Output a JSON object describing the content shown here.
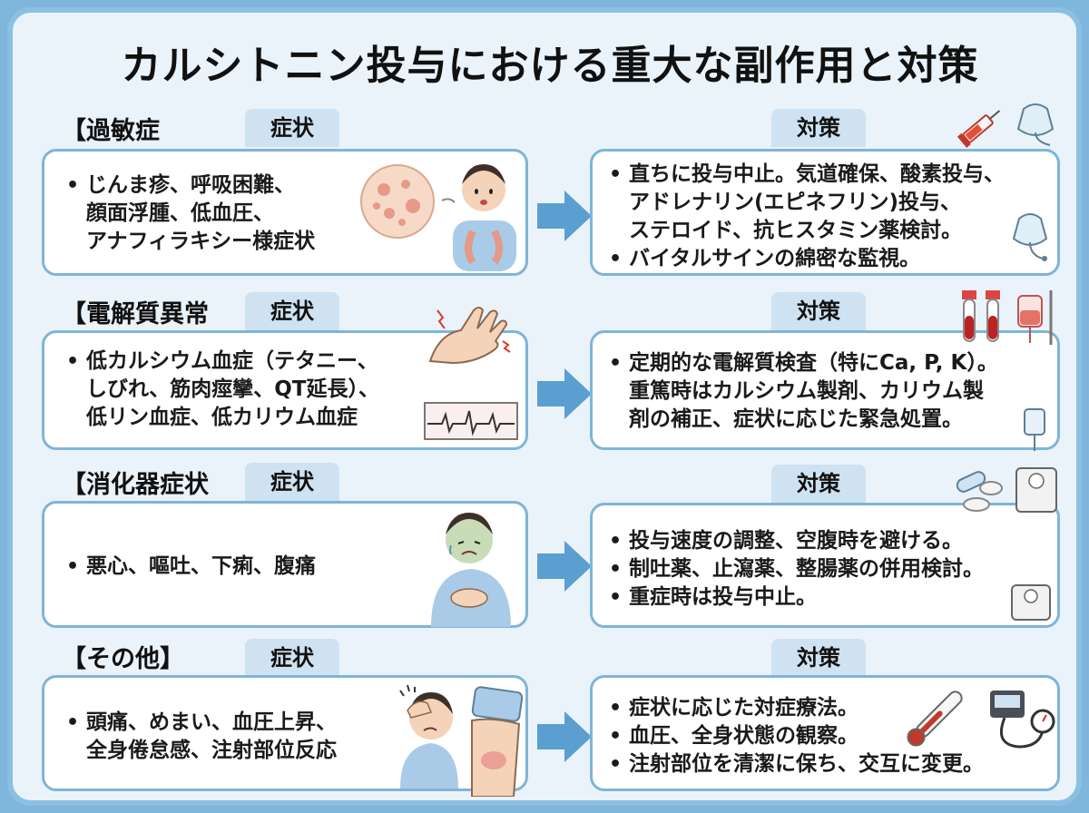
{
  "title": "カルシトニン投与における重大な副作用と対策",
  "labels": {
    "symptom_tab": "症状",
    "measure_tab": "対策"
  },
  "sections": [
    {
      "heading": "【過敏症",
      "symptoms": [
        "じんま疹、呼吸困難、\n顔面浮腫、低血圧、\nアナフィラキシー様症状"
      ],
      "measures": [
        "直ちに投与中止。気道確保、酸素投与、\nアドレナリン(エピネフリン)投与、\nステロイド、抗ヒスタミン薬検討。",
        "バイタルサインの綿密な監視。"
      ]
    },
    {
      "heading": "【電解質異常",
      "symptoms": [
        "低カルシウム血症（テタニー、\nしびれ、筋肉痙攣、QT延長）、\n低リン血症、低カリウム血症"
      ],
      "measures": [
        "定期的な電解質検査（特にCa, P, K）。\n重篤時はカルシウム製剤、カリウム製\n剤の補正、症状に応じた緊急処置。"
      ]
    },
    {
      "heading": "【消化器症状",
      "symptoms": [
        "悪心、嘔吐、下痢、腹痛"
      ],
      "measures": [
        "投与速度の調整、空腹時を避ける。",
        "制吐薬、止瀉薬、整腸薬の併用検討。",
        "重症時は投与中止。"
      ]
    },
    {
      "heading": "【その他】",
      "symptoms": [
        "頭痛、めまい、血圧上昇、\n全身倦怠感、注射部位反応"
      ],
      "measures": [
        "症状に応じた対症療法。",
        "血圧、全身状態の観察。",
        "注射部位を清潔に保ち、交互に変更。"
      ]
    }
  ],
  "colors": {
    "frame": "#8cc0e2",
    "panel_border": "#7fb4d8",
    "tab": "#cfe2f1",
    "arrow": "#5a9fd0",
    "background": "#eaf3fa"
  },
  "icons": [
    "rash-icon",
    "breathless-person-icon",
    "syringe-icon",
    "oxygen-mask-icon",
    "cramping-hand-icon",
    "ecg-strip-icon",
    "blood-tube-icon",
    "iv-bag-icon",
    "nauseous-person-icon",
    "pills-icon",
    "weight-scale-icon",
    "headache-person-icon",
    "injection-site-arm-icon",
    "thermometer-icon",
    "blood-pressure-monitor-icon"
  ]
}
